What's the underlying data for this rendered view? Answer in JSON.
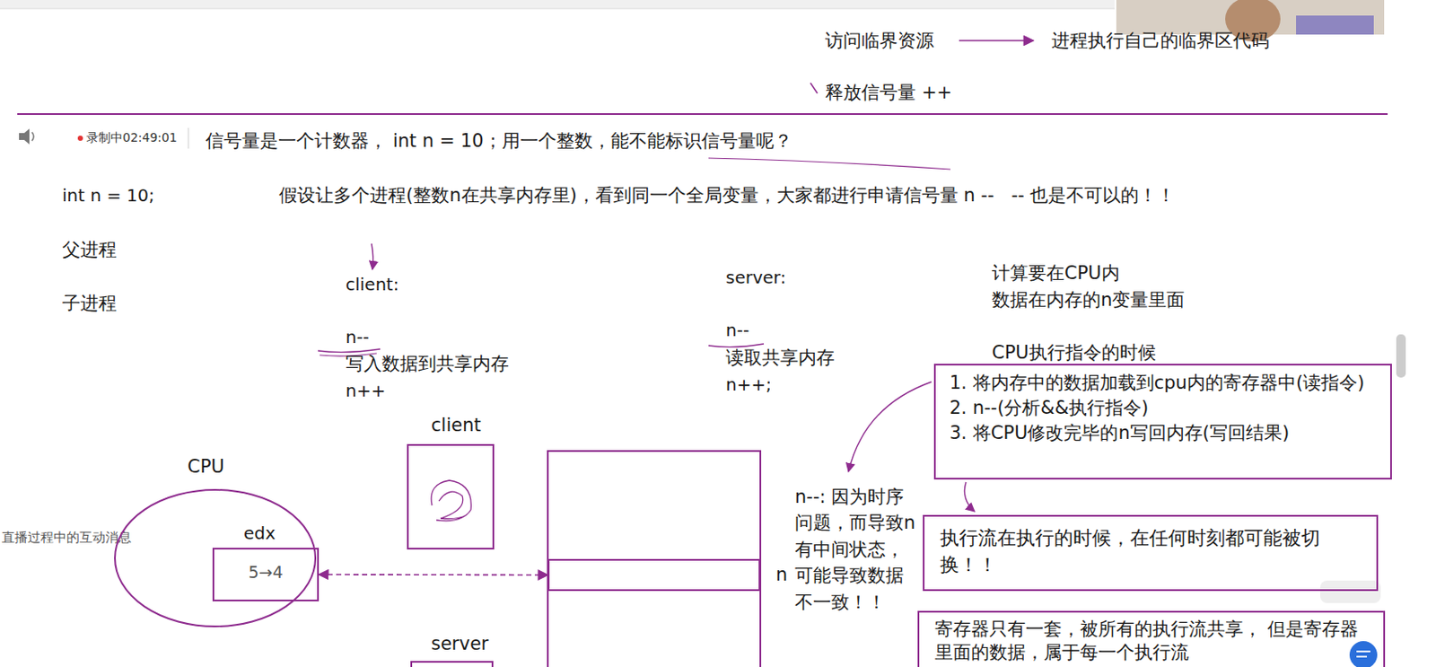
{
  "diagram": {
    "nodes": [
      {
        "text": [
          "1. 将内存中的数据加载到cpu内的寄存器中(读指令)",
          "2. n--(分析&&执行指令)",
          "3. 将CPU修改完毕的n写回内存(写回结果)"
        ]
      },
      {
        "text": [
          "client"
        ]
      },
      {
        "text": [
          "CPU"
        ]
      },
      {
        "text": [
          "edx",
          "5→4"
        ],
        "in": 2
      },
      {
        "text": [
          "执行流在执行的时候，在任何时刻都可能被切换！！"
        ]
      },
      {
        "text": [
          "n"
        ]
      },
      {
        "text": [
          "寄存器只有一套，被所有的执行流共享， 但是寄存器里面的数据，属于每一个执行流"
        ]
      },
      {
        "text": [
          "server"
        ]
      }
    ],
    "edges": [
      {
        "from": 3,
        "to": 5,
        "arrow": "both"
      }
    ],
    "labels": [
      "访问临界资源",
      "进程执行自己的临界区代码",
      "释放信号量 ++",
      "录制中02:49:01",
      "信号量是一个计数器， int n = 10；用一个整数，能不能标识信号量呢？",
      "int n = 10;",
      "假设让多个进程(整数n在共享内存里)，看到同一个全局变量，大家都进行申请信号量 n --   -- 也是不可以的！！",
      "父进程",
      "子进程",
      "client:",
      "n--",
      "写入数据到共享内存",
      "n++",
      "server:",
      "n--",
      "读取共享内存",
      "n++;",
      "计算要在CPU内",
      "数据在内存的n变量里面",
      "CPU执行指令的时候",
      "直播过程中的互动消息",
      "n--: 因为时序问题，而导致n有中间状态，可能导致数据不一致！！"
    ]
  }
}
